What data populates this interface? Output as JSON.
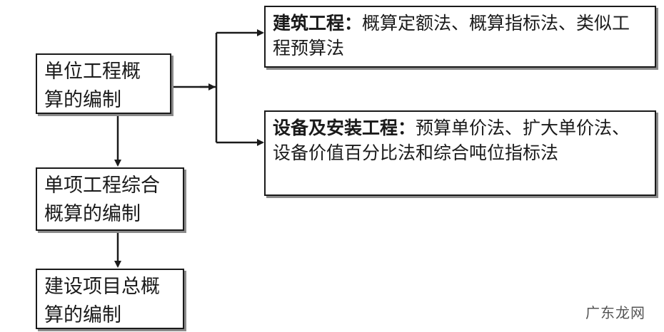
{
  "left_boxes": {
    "unit": {
      "line1": "单位工程概",
      "line2": "算的编制"
    },
    "item": {
      "line1": "单项工程综合",
      "line2": "概算的编制"
    },
    "project": {
      "line1": "建设项目总概",
      "line2": "算的编制"
    }
  },
  "right_boxes": {
    "construction": {
      "title": "建筑工程：",
      "text": "概算定额法、概算指标法、类似工程预算法"
    },
    "equipment": {
      "title": "设备及安装工程：",
      "text": "预算单价法、扩大单价法、设备价值百分比法和综合吨位指标法"
    }
  },
  "watermark": "广东龙网",
  "colors": {
    "line": "#1a1a1a",
    "shadow": "#8a8a8a",
    "background": "#ffffff"
  }
}
